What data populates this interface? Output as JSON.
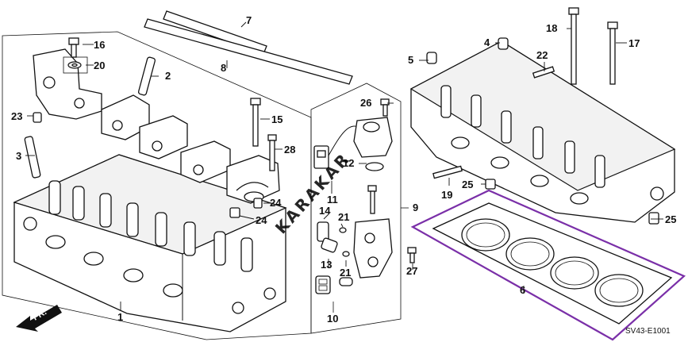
{
  "callouts": {
    "c1": "1",
    "c2": "2",
    "c3": "3",
    "c4": "4",
    "c5": "5",
    "c6": "6",
    "c7": "7",
    "c8": "8",
    "c9": "9",
    "c10": "10",
    "c11": "11",
    "c12": "12",
    "c13": "13",
    "c14": "14",
    "c15": "15",
    "c16": "16",
    "c17": "17",
    "c18": "18",
    "c19": "19",
    "c20": "20",
    "c21a": "21",
    "c21b": "21",
    "c22": "22",
    "c23": "23",
    "c24a": "24",
    "c24b": "24",
    "c25a": "25",
    "c25b": "25",
    "c26": "26",
    "c27": "27",
    "c28": "28"
  },
  "direction_label": "FR.",
  "drawing_code": "SV43-E1001",
  "watermark": "KARAKAR",
  "colors": {
    "highlight": "#7a2fa8",
    "ink": "#111111"
  }
}
